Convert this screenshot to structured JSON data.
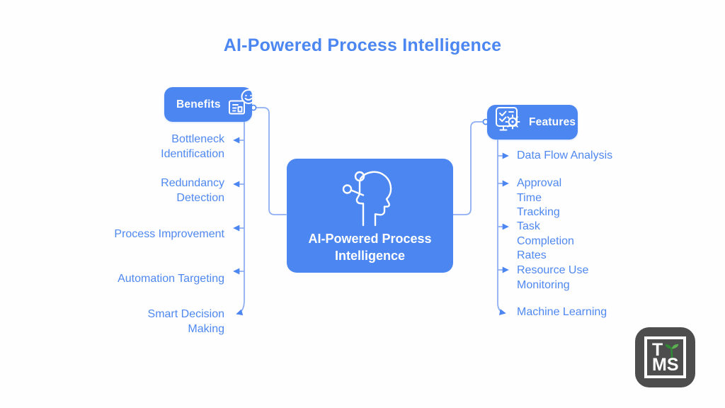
{
  "title": "AI-Powered Process Intelligence",
  "colors": {
    "node_blue": "#4C86F1",
    "text_blue": "#4F88F0",
    "connector_blue": "#8FAFF4",
    "node_text": "#FFFFFF",
    "logo_background": "#4D4D4D",
    "logo_green_light": "#5CB150",
    "logo_green_dark": "#2F8A34"
  },
  "center_node": {
    "label": "AI-Powered Process Intelligence",
    "icon": "ai-head-icon"
  },
  "benefits": {
    "label": "Benefits",
    "icon": "customer-smiley-card-icon",
    "items": [
      "Bottleneck Identification",
      "Redundancy Detection",
      "Process Improvement",
      "Automation Targeting",
      "Smart Decision Making"
    ]
  },
  "features": {
    "label": "Features",
    "icon": "checklist-gear-icon",
    "items": [
      "Data Flow Analysis",
      "Approval Time Tracking",
      "Task Completion Rates",
      "Resource Use Monitoring",
      "Machine Learning"
    ]
  },
  "logo": {
    "top_text": "T",
    "bottom_text": "MS",
    "icon": "sprout-icon"
  }
}
